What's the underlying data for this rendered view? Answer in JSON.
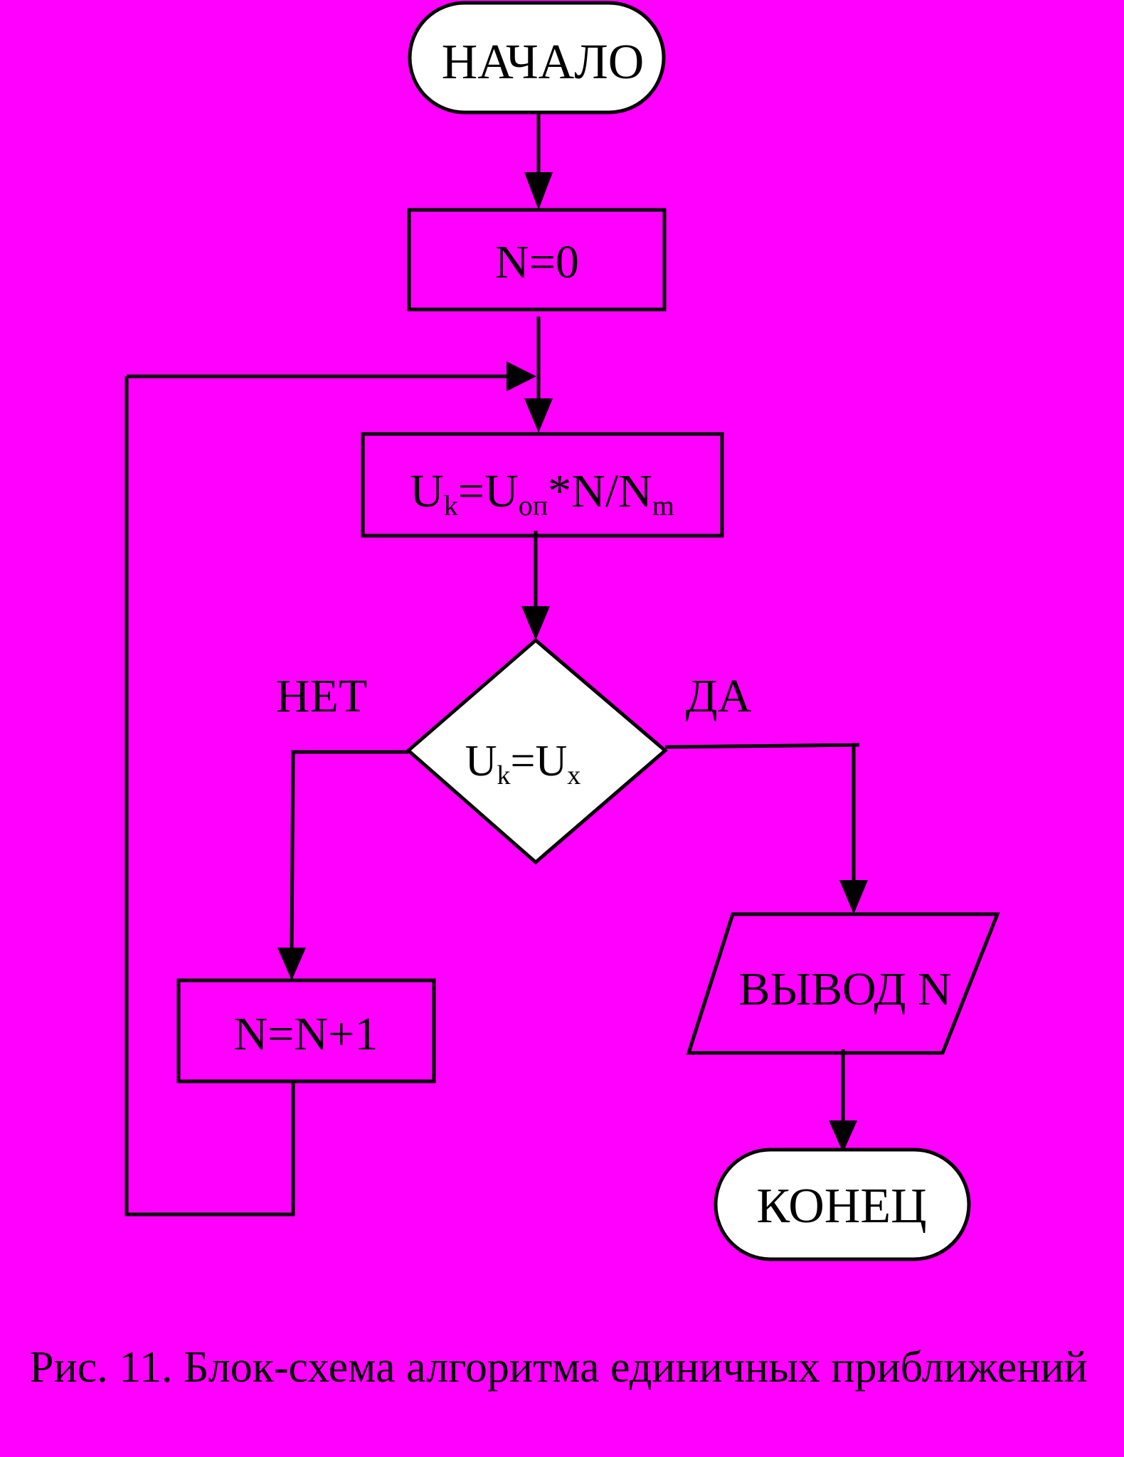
{
  "flowchart": {
    "start_label": "НАЧАЛО",
    "init_label": "N=0",
    "compute": {
      "u": "U",
      "k_sub": "k",
      "eq": "=",
      "u2": "U",
      "op_sub": "оп",
      "rest": "*N/N",
      "m_sub": "m"
    },
    "decision": {
      "u": "U",
      "k_sub": "k",
      "eq": "=",
      "u2": "U",
      "x_sub": "x"
    },
    "no_label": "НЕТ",
    "yes_label": "ДА",
    "increment_label": "N=N+1",
    "output_label": "ВЫВОД N",
    "end_label": "КОНЕЦ"
  },
  "caption": "Рис. 11. Блок-схема алгоритма единичных приближений",
  "colors": {
    "background": "#ff00ff",
    "terminal_fill": "#ffffff",
    "decision_fill": "#ffffff",
    "process_fill": "#ff00ff",
    "line": "#000000"
  }
}
